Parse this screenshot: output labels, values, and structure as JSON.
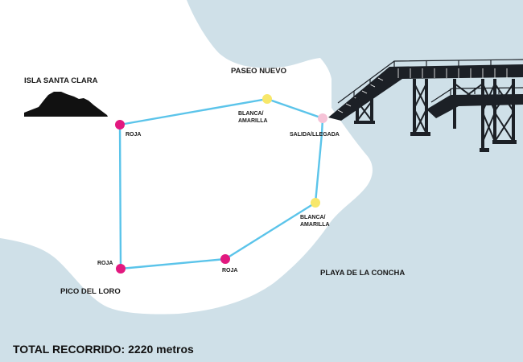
{
  "colors": {
    "sea": "#cfe0e8",
    "land": "#ffffff",
    "route": "#5bc4ea",
    "checkpoint_roja": "#e2187f",
    "checkpoint_blanca_amarilla": "#f7e76a",
    "checkpoint_salida": "#f6c3d7",
    "pier": "#1c2026",
    "island": "#111111"
  },
  "places": {
    "isla": "ISLA SANTA CLARA",
    "paseo": "PASEO NUEVO",
    "pico": "PICO DEL LORO",
    "playa": "PLAYA DE LA CONCHA"
  },
  "checkpoints": [
    {
      "id": "roja-top",
      "label": "ROJA",
      "color": "roja"
    },
    {
      "id": "blanca-top",
      "label_lines": [
        "BLANCA/",
        "AMARILLA"
      ],
      "color": "blanca_amarilla"
    },
    {
      "id": "salida",
      "label": "SALIDA/LLEGADA",
      "color": "salida"
    },
    {
      "id": "blanca-right",
      "label_lines": [
        "BLANCA/",
        "AMARILLA"
      ],
      "color": "blanca_amarilla"
    },
    {
      "id": "roja-bottom",
      "label": "ROJA",
      "color": "roja"
    },
    {
      "id": "roja-left",
      "label": "ROJA",
      "color": "roja"
    }
  ],
  "footer": {
    "prefix": "TOTAL RECORRIDO:",
    "distance": "2220 metros"
  },
  "icons": {
    "island": "island-silhouette-icon",
    "pier": "pier-structure-icon"
  }
}
